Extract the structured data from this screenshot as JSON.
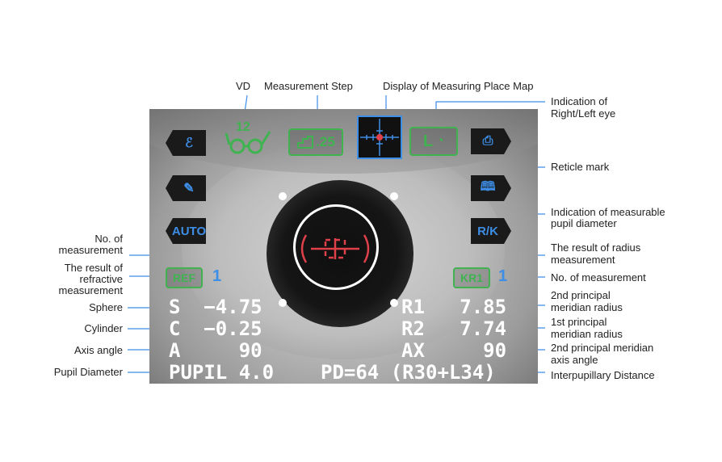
{
  "labels": {
    "vd": "VD",
    "measurement_step": "Measurement Step",
    "measuring_place_map": "Display of Measuring Place Map",
    "right_left_eye_1": "Indication of",
    "right_left_eye_2": "Right/Left eye",
    "reticle_mark": "Reticle mark",
    "pupil_diam_ind_1": "Indication of measurable",
    "pupil_diam_ind_2": "pupil diameter",
    "no_meas_left_1": "No. of",
    "no_meas_left_2": "measurement",
    "refractive_1": "The result of",
    "refractive_2": "refractive",
    "refractive_3": "measurement",
    "sphere": "Sphere",
    "cylinder": "Cylinder",
    "axis_angle": "Axis angle",
    "pupil_diameter": "Pupil Diameter",
    "radius_result_1": "The result of radius",
    "radius_result_2": "measurement",
    "no_meas_right": "No. of measurement",
    "second_radius_1": "2nd principal",
    "second_radius_2": "meridian radius",
    "first_radius_1": "1st principal",
    "first_radius_2": "meridian radius",
    "second_axis_1": "2nd principal meridian",
    "second_axis_2": "axis angle",
    "ipd": "Interpupillary Distance"
  },
  "screen": {
    "vd_value": "12",
    "step_value": ".25",
    "eye_indicator": "L",
    "auto_button": "AUTO",
    "rk_button": "R/K",
    "ref_badge": "REF",
    "ref_count": "1",
    "kr_badge": "KR1",
    "kr_count": "1",
    "sphere_row": "S  −4.75",
    "cylinder_row": "C  −0.25",
    "axis_row": "A     90",
    "pupil_row": "PUPIL 4.0",
    "r1_row": "R1   7.85",
    "r2_row": "R2   7.74",
    "ax_row": "AX     90",
    "pd_row": "PD=64 (R30+L34)"
  },
  "colors": {
    "accent_blue": "#3d8ee6",
    "accent_green": "#3fb34f",
    "reticle_red": "#e0404a"
  },
  "icons": [
    "ear-icon",
    "vd-glasses-icon",
    "step-icon",
    "map-icon",
    "eye-indicator-icon",
    "print-icon",
    "pencil-icon",
    "book-icon",
    "reticle-icon"
  ]
}
